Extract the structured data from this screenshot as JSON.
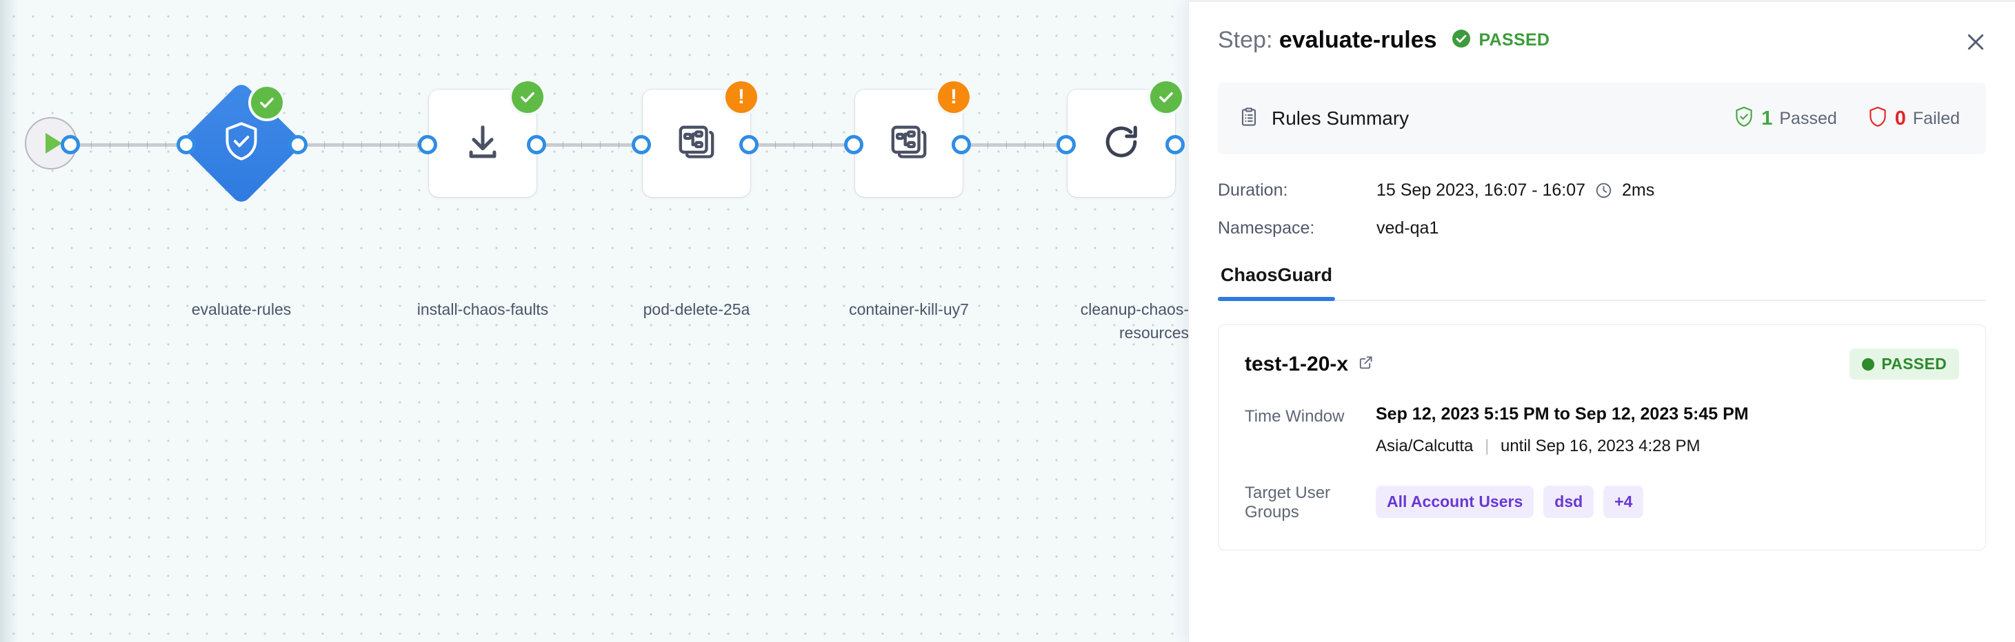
{
  "canvas": {
    "start_node": {
      "icon": "play-icon",
      "label": ""
    },
    "nodes": [
      {
        "id": "evaluate-rules",
        "label": "evaluate-rules",
        "shape": "diamond",
        "icon": "shield-check-icon",
        "status": "success",
        "status_icon": "check-circle-icon"
      },
      {
        "id": "install-chaos-faults",
        "label": "install-chaos-faults",
        "shape": "box",
        "icon": "download-icon",
        "status": "success",
        "status_icon": "check-circle-icon"
      },
      {
        "id": "pod-delete-25a",
        "label": "pod-delete-25a",
        "shape": "box",
        "icon": "chaos-fault-icon",
        "status": "warning",
        "status_icon": "exclamation-circle-icon"
      },
      {
        "id": "container-kill-uy7",
        "label": "container-kill-uy7",
        "shape": "box",
        "icon": "chaos-fault-icon",
        "status": "warning",
        "status_icon": "exclamation-circle-icon"
      },
      {
        "id": "cleanup-chaos-resources",
        "label": "cleanup-chaos-resources",
        "shape": "box",
        "icon": "refresh-icon",
        "status": "success",
        "status_icon": "check-circle-icon"
      }
    ]
  },
  "panel": {
    "header": {
      "step_word": "Step:",
      "step_name": "evaluate-rules",
      "status_icon": "check-circle-icon",
      "status_text": "PASSED",
      "close_icon": "close-icon"
    },
    "rules_summary": {
      "icon": "clipboard-list-icon",
      "title": "Rules Summary",
      "passed": {
        "icon": "shield-check-icon",
        "count": "1",
        "label": "Passed"
      },
      "failed": {
        "icon": "shield-outline-icon",
        "count": "0",
        "label": "Failed"
      }
    },
    "meta": [
      {
        "key": "Duration:",
        "value": "15 Sep 2023, 16:07 - 16:07",
        "icon": "clock-icon",
        "extra": "2ms"
      },
      {
        "key": "Namespace:",
        "value": "ved-qa1",
        "icon": "",
        "extra": ""
      }
    ],
    "tabs": [
      {
        "id": "chaosguard",
        "label": "ChaosGuard",
        "active": true
      }
    ],
    "rule_card": {
      "name": "test-1-20-x",
      "link_icon": "external-link-icon",
      "status_badge": {
        "label": "PASSED",
        "color": "#2d8a2d",
        "bg": "#e6f6e6"
      },
      "rows": [
        {
          "key": "Time Window",
          "value": "Sep 12, 2023 5:15 PM to Sep 12, 2023 5:45 PM",
          "sub_left": "Asia/Calcutta",
          "sub_right": "until Sep 16, 2023 4:28 PM"
        }
      ],
      "target_user_groups": {
        "key": "Target User Groups",
        "chips": [
          "All Account Users",
          "dsd",
          "+4"
        ]
      }
    }
  },
  "colors": {
    "accent_blue": "#2f7ae0",
    "success_green": "#5fbb46",
    "warning_orange": "#f7890c",
    "fail_red": "#e22525",
    "chip_purple": "#6938d3",
    "canvas_bg": "#f4f9fa"
  }
}
